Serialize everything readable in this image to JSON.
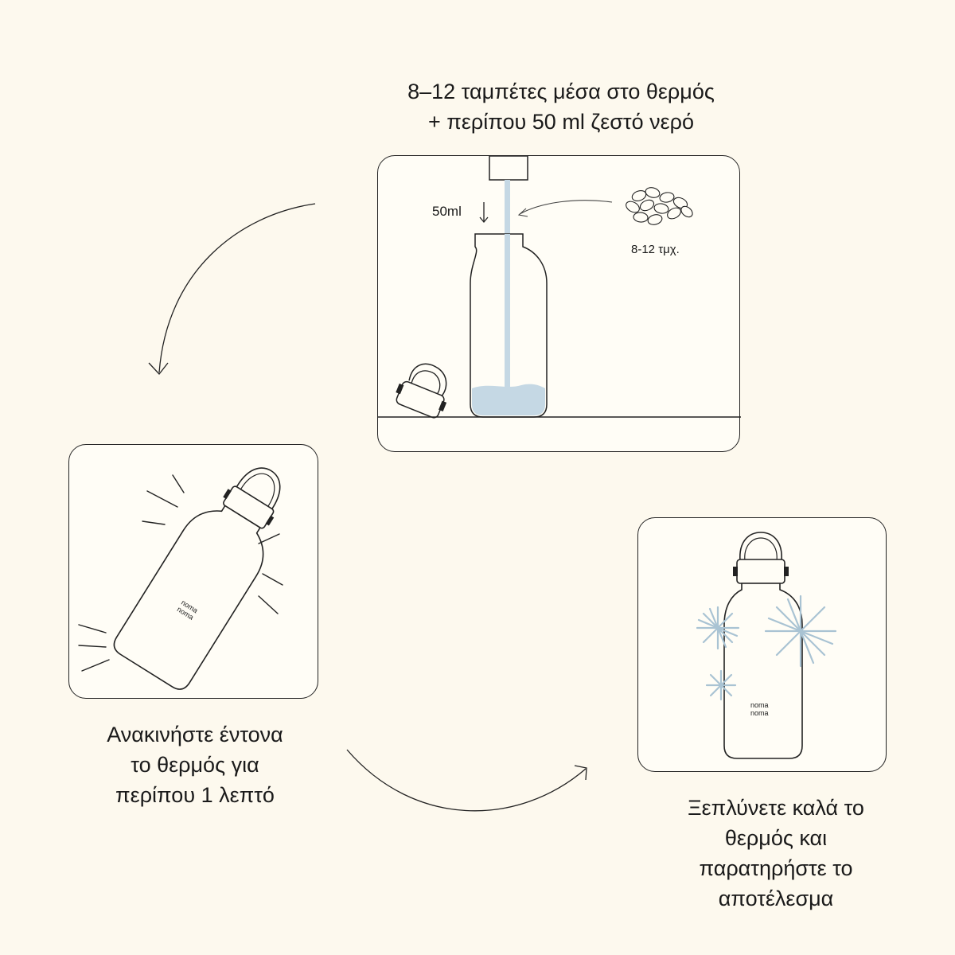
{
  "steps": {
    "step1": {
      "caption_lines": [
        "8–12 ταμπέτες μέσα στο θερμός",
        "+ περίπου 50 ml ζεστό νερό"
      ],
      "water_label": "50ml",
      "tablets_label": "8-12 τμχ."
    },
    "step2": {
      "caption_lines": [
        "Ανακινήστε έντονα",
        "το θερμός για",
        "περίπου 1 λεπτό"
      ],
      "brand_lines": [
        "noma",
        "noma"
      ]
    },
    "step3": {
      "caption_lines": [
        "Ξεπλύνετε καλά το",
        "θερμός και",
        "παρατηρήστε το",
        "αποτέλεσμα"
      ],
      "brand_lines": [
        "noma",
        "noma"
      ]
    }
  },
  "colors": {
    "background": "#fdf9ee",
    "line": "#222222",
    "water": "#c5d8e4",
    "sparkle": "#a9c3d3"
  },
  "icons": [
    "curved-arrow-icon",
    "down-arrow-icon",
    "bottle-icon",
    "lid-icon",
    "tablets-icon",
    "shake-lines-icon",
    "sparkle-icon"
  ]
}
